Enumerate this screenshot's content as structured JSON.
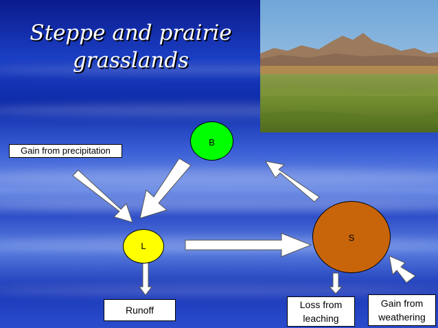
{
  "title": "Steppe and prairie grasslands",
  "nodes": {
    "B": "B",
    "L": "L",
    "S": "S"
  },
  "labels": {
    "precipitation": "Gain from precipitation",
    "runoff": "Runoff",
    "leaching": "Loss from leaching",
    "weathering": "Gain from weathering"
  },
  "colors": {
    "B": "#00ff00",
    "L": "#ffff00",
    "S": "#c8650a"
  }
}
